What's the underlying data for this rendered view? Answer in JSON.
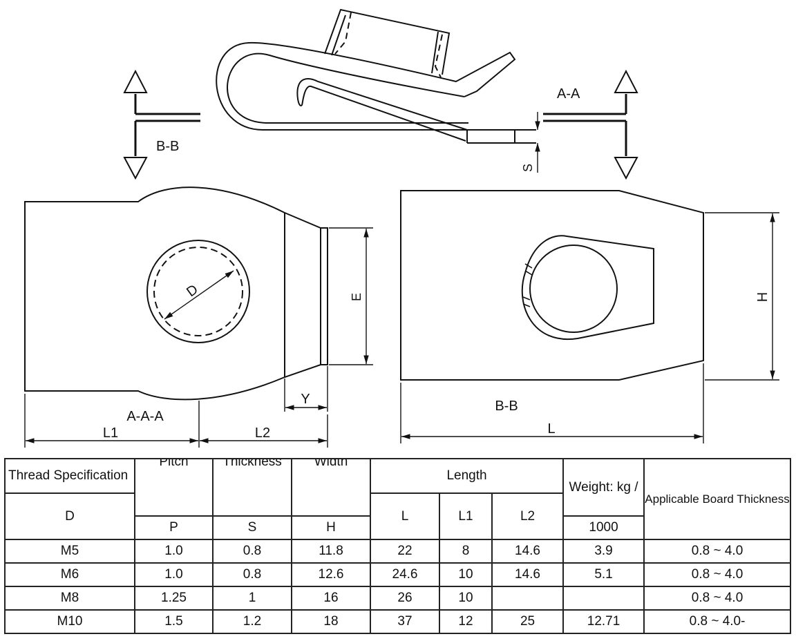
{
  "drawing": {
    "labels": {
      "section_aa": "A-A",
      "section_bb_arrow": "B-B",
      "dim_s": "S",
      "dim_d": "D",
      "dim_e": "E",
      "dim_y": "Y",
      "view_aaa": "A-A-A",
      "dim_l1": "L1",
      "dim_l2": "L2",
      "view_bb": "B-B",
      "dim_h": "H",
      "dim_l": "L"
    }
  },
  "table": {
    "headers": {
      "thread_spec": "Thread Specification",
      "pitch": "Pitch",
      "thickness": "Thickness",
      "width": "Width",
      "length": "Length",
      "weight": "Weight: kg /",
      "weight_unit": "1000",
      "board": "Applicable Board Thickness"
    },
    "symbols": {
      "d": "D",
      "p": "P",
      "s": "S",
      "h": "H",
      "l": "L",
      "l1": "L1",
      "l2": "L2"
    },
    "rows": [
      {
        "d": "M5",
        "p": "1.0",
        "s": "0.8",
        "h": "11.8",
        "l": "22",
        "l1": "8",
        "l2": "14.6",
        "weight": "3.9",
        "board": "0.8 ~ 4.0"
      },
      {
        "d": "M6",
        "p": "1.0",
        "s": "0.8",
        "h": "12.6",
        "l": "24.6",
        "l1": "10",
        "l2": "14.6",
        "weight": "5.1",
        "board": "0.8 ~ 4.0"
      },
      {
        "d": "M8",
        "p": "1.25",
        "s": "1",
        "h": "16",
        "l": "26",
        "l1": "10",
        "l2": "",
        "weight": "",
        "board": "0.8 ~ 4.0"
      },
      {
        "d": "M10",
        "p": "1.5",
        "s": "1.2",
        "h": "18",
        "l": "37",
        "l1": "12",
        "l2": "25",
        "weight": "12.71",
        "board": "0.8 ~ 4.0-"
      }
    ]
  }
}
